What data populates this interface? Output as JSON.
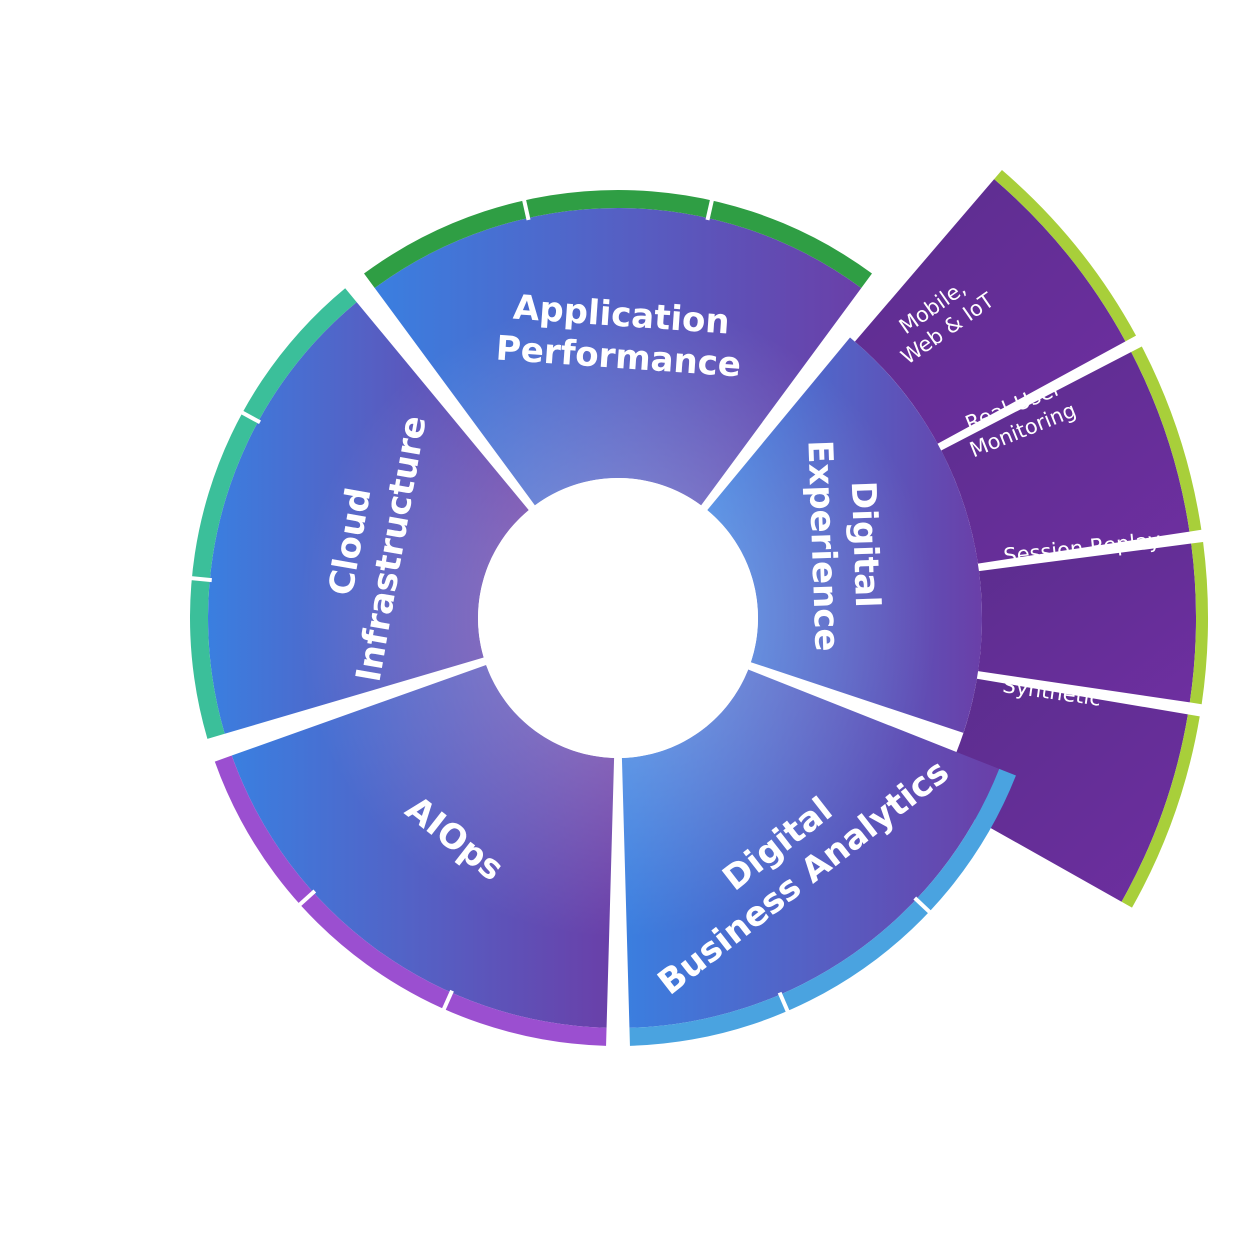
{
  "segments": [
    {
      "id": "application-performance",
      "lines": [
        "Application",
        "Performance"
      ],
      "ring_color": "#2f9e44"
    },
    {
      "id": "digital-experience",
      "lines": [
        "Digital",
        "Experience"
      ],
      "ring_color": "#a8cf3a"
    },
    {
      "id": "digital-business-analytics",
      "lines": [
        "Digital",
        "Business Analytics"
      ],
      "ring_color": "#4aa3e0"
    },
    {
      "id": "aiops",
      "lines": [
        "AIOps"
      ],
      "ring_color": "#9b4fd0"
    },
    {
      "id": "cloud-infrastructure",
      "lines": [
        "Cloud",
        "Infrastructure"
      ],
      "ring_color": "#3bbf9a"
    }
  ],
  "digital_experience_sub": [
    {
      "id": "mobile-web-iot",
      "lines": [
        "Mobile,",
        "Web & IoT"
      ]
    },
    {
      "id": "real-user-monitoring",
      "lines": [
        "Real-User",
        "Monitoring"
      ]
    },
    {
      "id": "session-replay",
      "lines": [
        "Session Replay"
      ]
    },
    {
      "id": "synthetic",
      "lines": [
        "Synthetic"
      ]
    }
  ],
  "colors": {
    "blue": "#3a7fe0",
    "indigo": "#5560c4",
    "purple": "#6a3fa8",
    "deep_purple": "#5b2d8e",
    "gap": "#e4e4ea"
  }
}
